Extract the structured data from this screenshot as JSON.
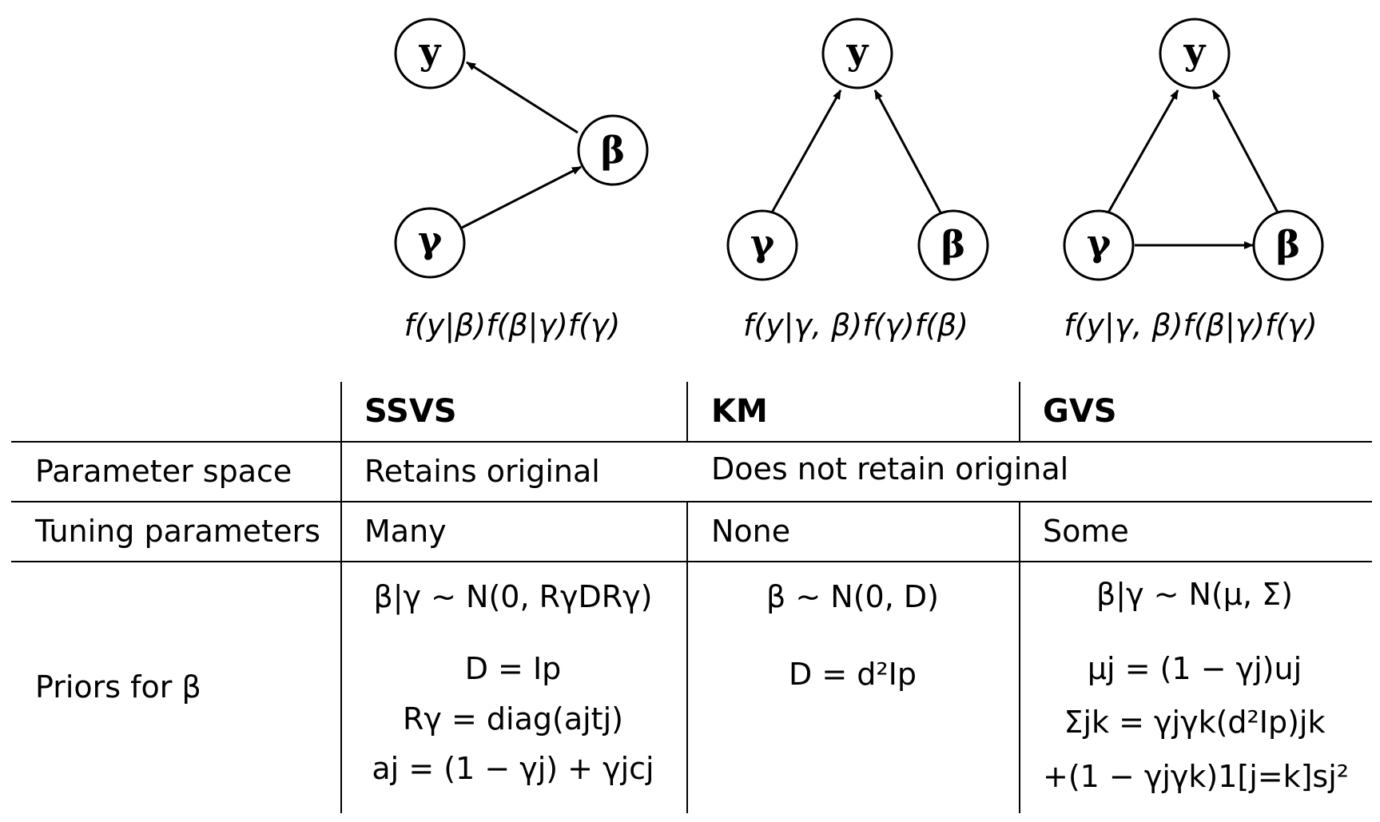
{
  "nodes": {
    "y": "y",
    "beta": "β",
    "gamma": "γ"
  },
  "formulas": [
    "f(y|β)f(β|γ)f(γ)",
    "f(y|γ, β)f(γ)f(β)",
    "f(y|γ, β)f(β|γ)f(γ)"
  ],
  "table": {
    "headers": [
      "SSVS",
      "KM",
      "GVS"
    ],
    "rows": {
      "parameter_space": {
        "label": "Parameter space",
        "ssvs": "Retains original",
        "km_gvs": "Does not retain original"
      },
      "tuning": {
        "label": "Tuning parameters",
        "ssvs": "Many",
        "km": "None",
        "gvs": "Some"
      },
      "priors": {
        "label": "Priors for β",
        "ssvs": [
          "β|γ ∼ N(0, RγDRγ)",
          "D = Ip",
          "Rγ = diag(ajtj)",
          "aj = (1 − γj) + γjcj"
        ],
        "km": [
          "β ∼ N(0, D)",
          "D = d²Ip"
        ],
        "gvs": [
          "β|γ ∼ N(μ, Σ)",
          "μj = (1 − γj)uj",
          "Σjk = γjγk(d²Ip)jk",
          "+(1 − γjγk)1[j=k]sj²"
        ]
      }
    }
  }
}
